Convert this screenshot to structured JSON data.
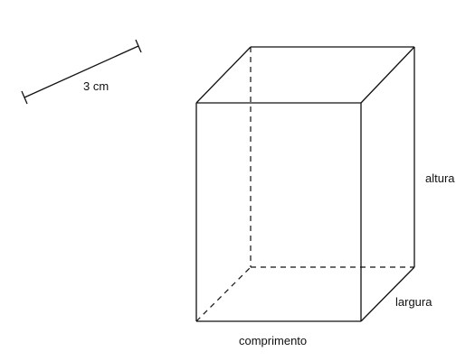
{
  "scale_bar": {
    "label": "3 cm"
  },
  "prism": {
    "labels": {
      "height": "altura",
      "width": "largura",
      "length": "comprimento"
    }
  },
  "colors": {
    "line": "#111111",
    "background": "#ffffff"
  }
}
